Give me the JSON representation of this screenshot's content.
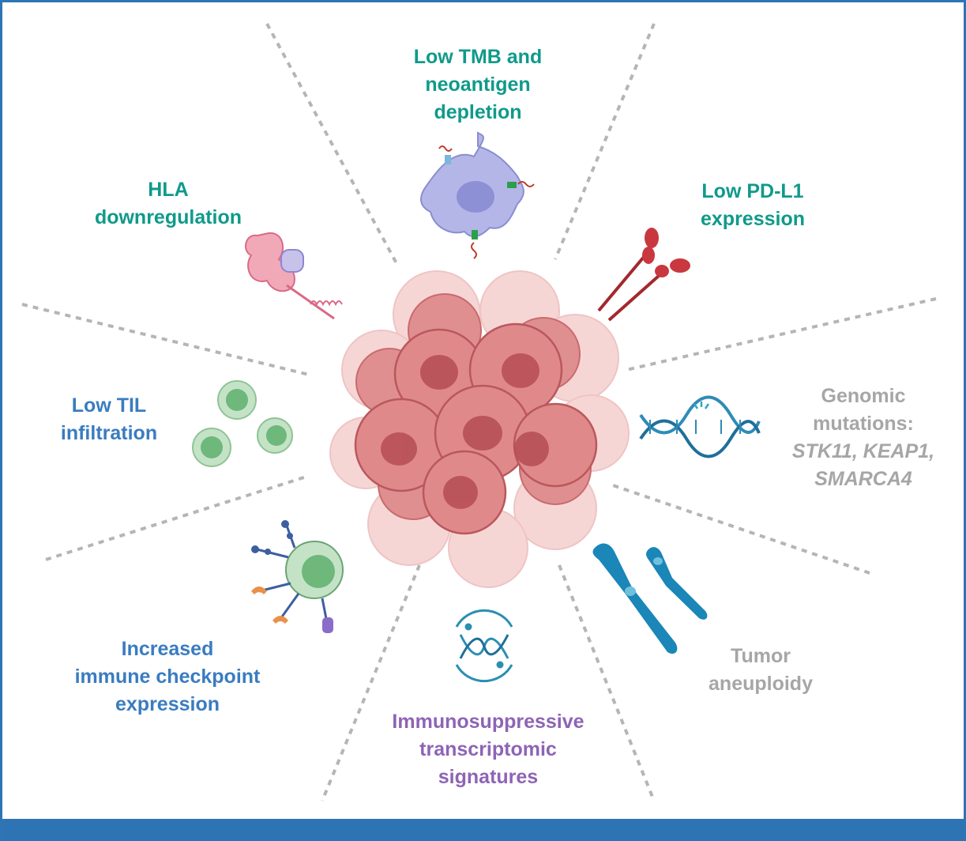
{
  "labels": {
    "tmb": {
      "line1": "Low TMB and",
      "line2": "neoantigen",
      "line3": "depletion"
    },
    "hla": {
      "line1": "HLA",
      "line2": "downregulation"
    },
    "pdl1": {
      "line1": "Low PD-L1",
      "line2": "expression"
    },
    "til": {
      "line1": "Low TIL",
      "line2": "infiltration"
    },
    "genomic": {
      "line1": "Genomic",
      "line2": "mutations:",
      "line3": "STK11, KEAP1,",
      "line4": "SMARCA4"
    },
    "checkpoint": {
      "line1": "Increased",
      "line2": "immune checkpoint",
      "line3": "expression"
    },
    "transcriptomic": {
      "line1": "Immunosuppressive",
      "line2": "transcriptomic",
      "line3": "signatures"
    },
    "aneuploidy": {
      "line1": "Tumor",
      "line2": "aneuploidy"
    }
  },
  "colors": {
    "teal": "#0f9a8a",
    "blue": "#3a7cc0",
    "grey": "#a6a6a6",
    "purple": "#8e64b5",
    "frame": "#2e75b6",
    "tumor": "#d9777a"
  },
  "icons": [
    "dendritic-cell-icon",
    "hla-molecule-icon",
    "pd-l1-receptor-icon",
    "t-cell-icon",
    "dna-mutation-icon",
    "checkpoint-t-cell-icon",
    "transcriptome-dna-icon",
    "chromosome-icon",
    "tumor-cell-cluster-icon"
  ]
}
